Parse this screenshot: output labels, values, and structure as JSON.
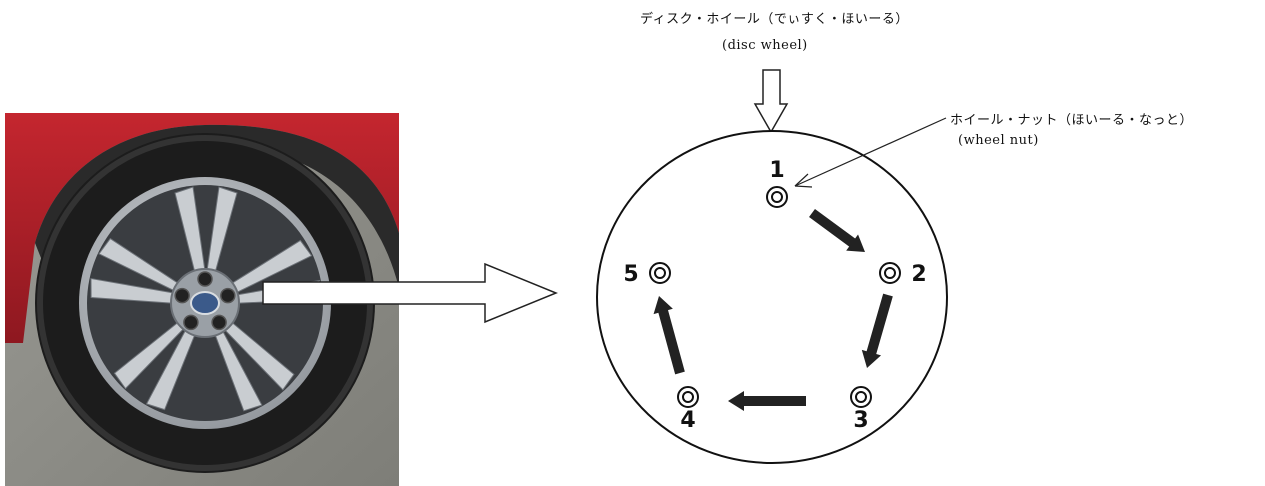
{
  "labels": {
    "disc_wheel_jp": "ディスク・ホイール（でぃすく・ほいーる）",
    "disc_wheel_en": "(disc wheel)",
    "wheel_nut_jp": "ホイール・ナット（ほいーる・なっと）",
    "wheel_nut_en": "(wheel nut)"
  },
  "nuts": [
    {
      "order": "1"
    },
    {
      "order": "2"
    },
    {
      "order": "3"
    },
    {
      "order": "4"
    },
    {
      "order": "5"
    }
  ],
  "colors": {
    "car_body": "#b3202a",
    "tire": "#1c1c1c",
    "rim": "#a8acb0",
    "road": "#8c8c86",
    "arrow": "#222222"
  },
  "icons": {
    "nut": "double-circle-icon",
    "pointer": "arrow-icon"
  }
}
